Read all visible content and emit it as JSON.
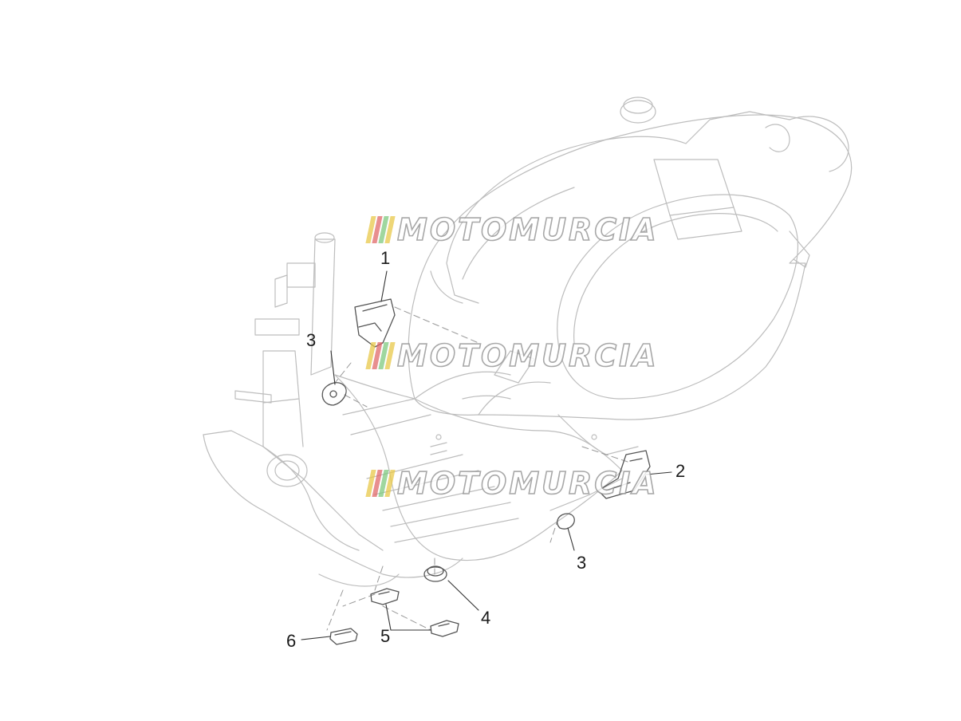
{
  "watermark": {
    "text": "MOTOMURCIA",
    "stripe_colors": [
      "#e8c84a",
      "#e06a6a",
      "#7fc97f",
      "#e8c84a"
    ]
  },
  "callouts": [
    {
      "id": "1",
      "label": "1"
    },
    {
      "id": "2",
      "label": "2"
    },
    {
      "id": "3a",
      "label": "3"
    },
    {
      "id": "3b",
      "label": "3"
    },
    {
      "id": "4",
      "label": "4"
    },
    {
      "id": "5",
      "label": "5"
    },
    {
      "id": "6",
      "label": "6"
    }
  ],
  "colors": {
    "line": "#b8b8b8",
    "part": "#555555",
    "leader": "#333333"
  }
}
